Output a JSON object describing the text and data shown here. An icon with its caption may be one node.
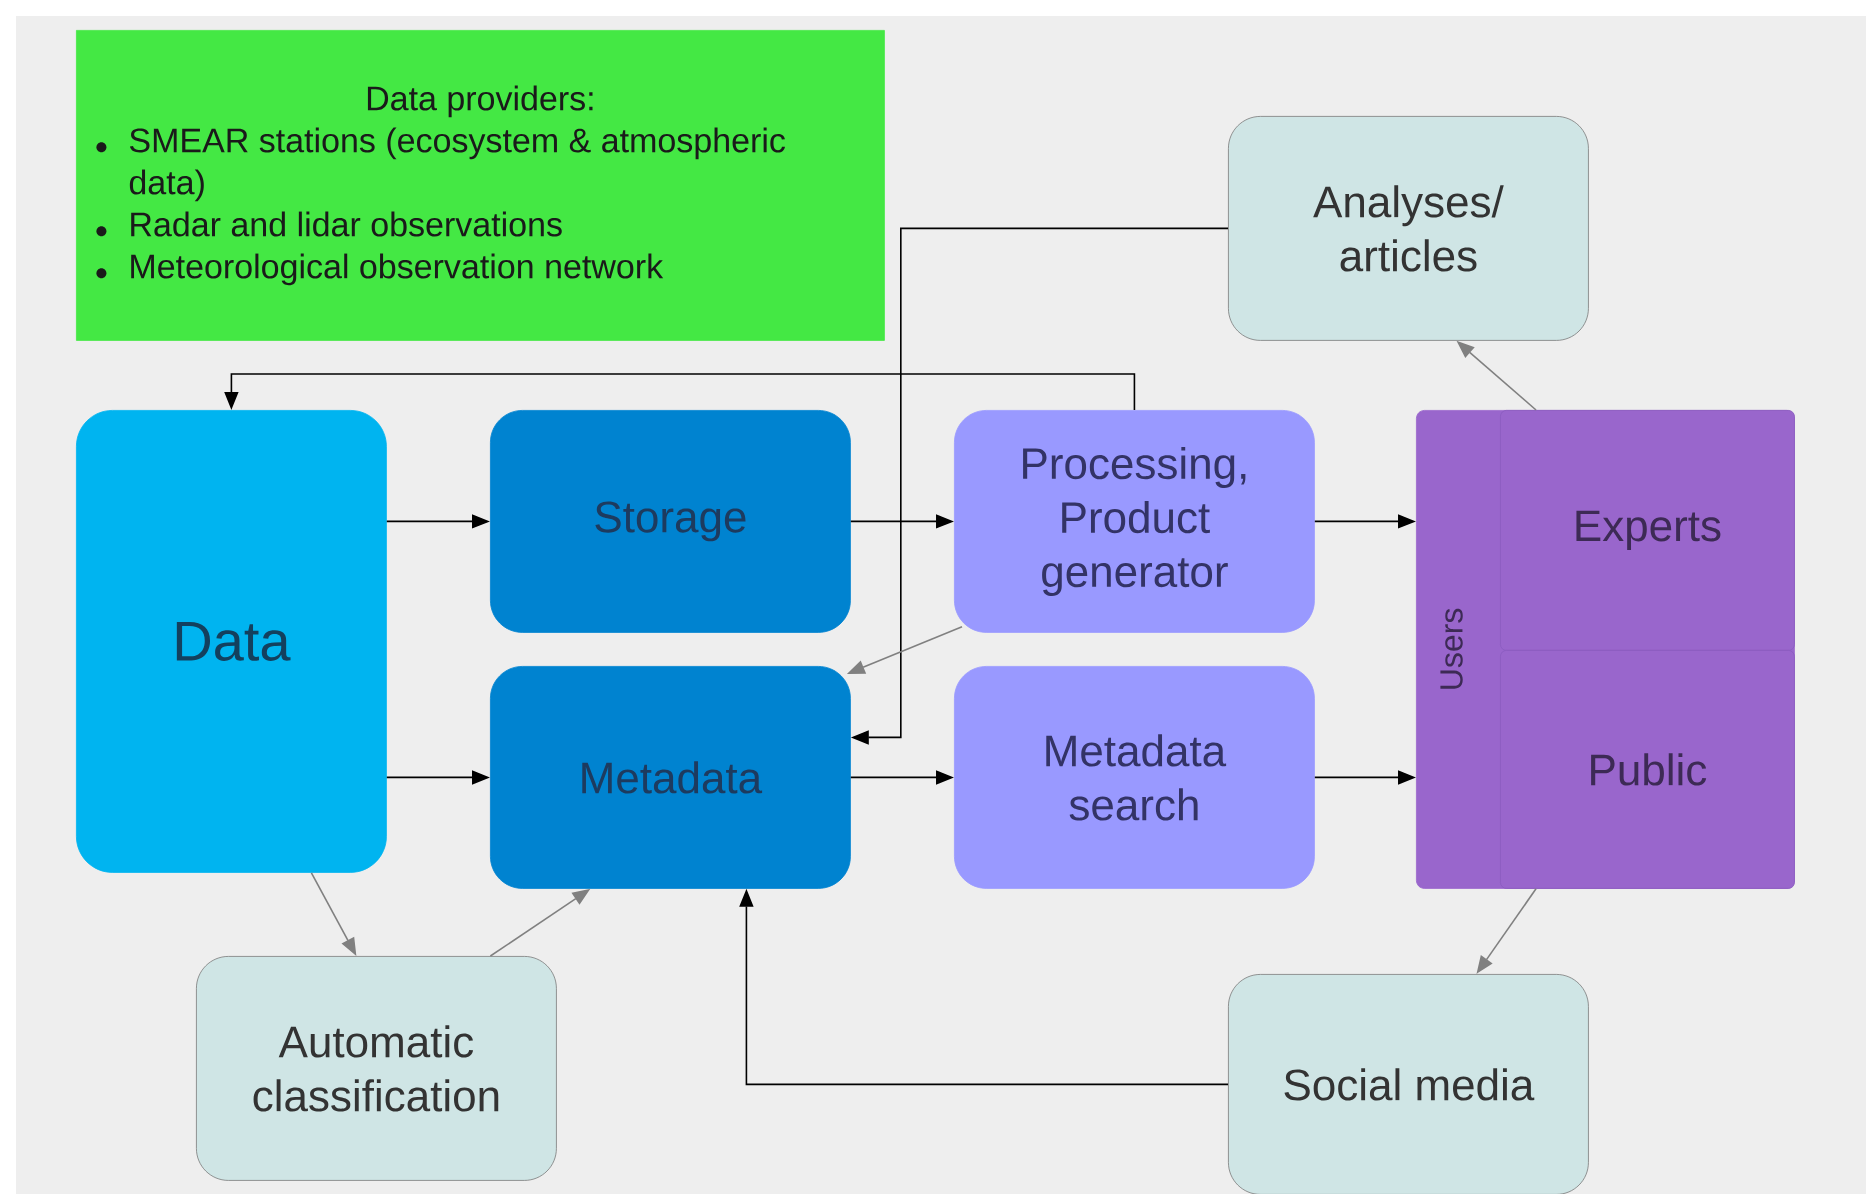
{
  "diagram": {
    "nodes": [
      {
        "text": [
          "Data providers:",
          "SMEAR stations (ecosystem & atmospheric data)",
          "Radar and lidar observations",
          "Meteorological observation network"
        ]
      },
      {
        "text": [
          "Analyses/ articles"
        ]
      },
      {
        "text": [
          "Data"
        ]
      },
      {
        "text": [
          "Storage"
        ]
      },
      {
        "text": [
          "Processing, Product generator"
        ]
      },
      {
        "text": [
          "Users"
        ]
      },
      {
        "text": [
          "Experts"
        ],
        "in": 5
      },
      {
        "text": [
          "Public"
        ],
        "in": 5
      },
      {
        "text": [
          "Metadata"
        ]
      },
      {
        "text": [
          "Metadata search"
        ]
      },
      {
        "text": [
          "Automatic classification"
        ]
      },
      {
        "text": [
          "Social media"
        ]
      }
    ],
    "edges": [
      {
        "from": 4,
        "to": 2,
        "arrow": "to"
      },
      {
        "from": 1,
        "to": 8,
        "arrow": "to"
      },
      {
        "from": 2,
        "to": 3,
        "arrow": "to"
      },
      {
        "from": 3,
        "to": 4,
        "arrow": "to"
      },
      {
        "from": 4,
        "to": 5,
        "arrow": "to"
      },
      {
        "from": 2,
        "to": 8,
        "arrow": "to"
      },
      {
        "from": 4,
        "to": 8,
        "arrow": "to",
        "color": "#808080"
      },
      {
        "from": 8,
        "to": 9,
        "arrow": "to"
      },
      {
        "from": 9,
        "to": 5,
        "arrow": "to"
      },
      {
        "from": 5,
        "to": 1,
        "arrow": "to",
        "color": "#808080"
      },
      {
        "from": 5,
        "to": 11,
        "arrow": "to",
        "color": "#808080"
      },
      {
        "from": 2,
        "to": 10,
        "arrow": "to",
        "color": "#808080"
      },
      {
        "from": 10,
        "to": 8,
        "arrow": "to",
        "color": "#808080"
      },
      {
        "from": 11,
        "to": 8,
        "arrow": "to"
      }
    ]
  }
}
